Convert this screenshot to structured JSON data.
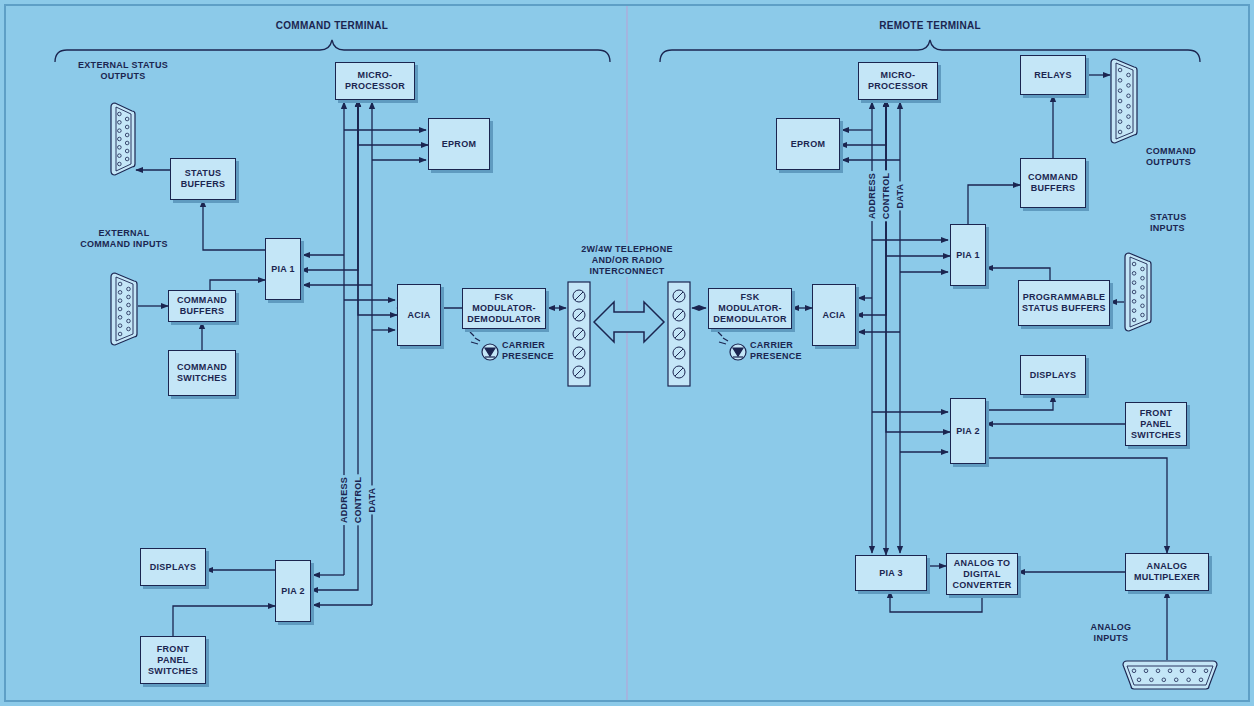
{
  "diagram": {
    "nodes": [
      {
        "text": [
          "MICRO- PROCESSOR"
        ]
      },
      {
        "text": [
          "EXTERNAL STATUS OUTPUTS"
        ]
      },
      {
        "text": [
          "EPROM"
        ]
      },
      {
        "text": [
          "STATUS BUFFERS"
        ]
      },
      {
        "text": [
          "PIA 1"
        ]
      },
      {
        "text": [
          "EXTERNAL COMMAND INPUTS"
        ]
      },
      {
        "text": [
          "COMMAND BUFFERS"
        ]
      },
      {
        "text": [
          "COMMAND SWITCHES"
        ]
      },
      {
        "text": [
          "ACIA"
        ]
      },
      {
        "text": [
          "FSK MODULATOR- DEMODULATOR"
        ]
      },
      {
        "text": [
          "DISPLAYS"
        ]
      },
      {
        "text": [
          "PIA 2"
        ]
      },
      {
        "text": [
          "FRONT PANEL SWITCHES"
        ]
      },
      {
        "text": [
          "FSK MODULATOR- DEMODULATOR"
        ]
      },
      {
        "text": [
          "ACIA"
        ]
      },
      {
        "text": [
          "MICRO- PROCESSOR"
        ]
      },
      {
        "text": [
          "EPROM"
        ]
      },
      {
        "text": [
          "RELAYS"
        ]
      },
      {
        "text": [
          "COMMAND OUTPUTS"
        ]
      },
      {
        "text": [
          "COMMAND BUFFERS"
        ]
      },
      {
        "text": [
          "PIA 1"
        ]
      },
      {
        "text": [
          "STATUS INPUTS"
        ]
      },
      {
        "text": [
          "PROGRAMMABLE STATUS BUFFERS"
        ]
      },
      {
        "text": [
          "DISPLAYS"
        ]
      },
      {
        "text": [
          "PIA 2"
        ]
      },
      {
        "text": [
          "FRONT PANEL SWITCHES"
        ]
      },
      {
        "text": [
          "PIA 3"
        ]
      },
      {
        "text": [
          "ANALOG TO DIGITAL CONVERTER"
        ]
      },
      {
        "text": [
          "ANALOG MULTIPLEXER"
        ]
      },
      {
        "text": [
          "ANALOG INPUTS"
        ]
      }
    ],
    "edges": [
      {
        "from": 0,
        "to": 2,
        "arrow": "both"
      },
      {
        "from": 0,
        "to": 4,
        "arrow": "both"
      },
      {
        "from": 0,
        "to": 8,
        "arrow": "both"
      },
      {
        "from": 0,
        "to": 11,
        "arrow": "both"
      },
      {
        "from": 8,
        "to": 9,
        "arrow": "both"
      },
      {
        "from": 4,
        "to": 3,
        "arrow": "to"
      },
      {
        "from": 3,
        "to": 1,
        "arrow": "to"
      },
      {
        "from": 6,
        "to": 4,
        "arrow": "to"
      },
      {
        "from": 5,
        "to": 6,
        "arrow": "to"
      },
      {
        "from": 7,
        "to": 6,
        "arrow": "to"
      },
      {
        "from": 11,
        "to": 10,
        "arrow": "to"
      },
      {
        "from": 12,
        "to": 11,
        "arrow": "to"
      },
      {
        "from": 15,
        "to": 16,
        "arrow": "both"
      },
      {
        "from": 15,
        "to": 20,
        "arrow": "both"
      },
      {
        "from": 15,
        "to": 14,
        "arrow": "both"
      },
      {
        "from": 15,
        "to": 24,
        "arrow": "both"
      },
      {
        "from": 15,
        "to": 26,
        "arrow": "both"
      },
      {
        "from": 14,
        "to": 13,
        "arrow": "both"
      },
      {
        "from": 17,
        "to": 18,
        "arrow": "to"
      },
      {
        "from": 19,
        "to": 17,
        "arrow": "to"
      },
      {
        "from": 20,
        "to": 19,
        "arrow": "to"
      },
      {
        "from": 22,
        "to": 20,
        "arrow": "to"
      },
      {
        "from": 21,
        "to": 22,
        "arrow": "to"
      },
      {
        "from": 24,
        "to": 23,
        "arrow": "to"
      },
      {
        "from": 25,
        "to": 24,
        "arrow": "to"
      },
      {
        "from": 24,
        "to": 28,
        "arrow": "to"
      },
      {
        "from": 29,
        "to": 28,
        "arrow": "to"
      },
      {
        "from": 28,
        "to": 27,
        "arrow": "to"
      },
      {
        "from": 26,
        "to": 27,
        "arrow": "to"
      },
      {
        "from": 27,
        "to": 26,
        "arrow": "to"
      }
    ],
    "labels": [
      "COMMAND TERMINAL",
      "REMOTE TERMINAL",
      "ADDRESS",
      "CONTROL",
      "DATA",
      "CARRIER PRESENCE",
      "2W/4W TELEPHONE AND/OR RADIO INTERCONNECT",
      "CARRIER PRESENCE",
      "ADDRESS",
      "CONTROL",
      "DATA"
    ]
  }
}
